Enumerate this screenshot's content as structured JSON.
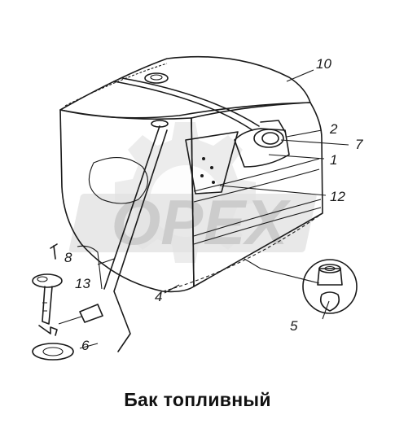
{
  "caption": "Бак топливный",
  "callouts": [
    {
      "id": "10",
      "text": "10"
    },
    {
      "id": "2",
      "text": "2"
    },
    {
      "id": "7",
      "text": "7"
    },
    {
      "id": "1",
      "text": "1"
    },
    {
      "id": "12",
      "text": "12"
    },
    {
      "id": "8",
      "text": "8"
    },
    {
      "id": "13",
      "text": "13"
    },
    {
      "id": "4",
      "text": "4"
    },
    {
      "id": "5",
      "text": "5"
    },
    {
      "id": "6",
      "text": "6"
    }
  ],
  "watermark": "OPEX",
  "colors": {
    "ink": "#1a1a1a",
    "watermark": "#d9d9d9"
  }
}
